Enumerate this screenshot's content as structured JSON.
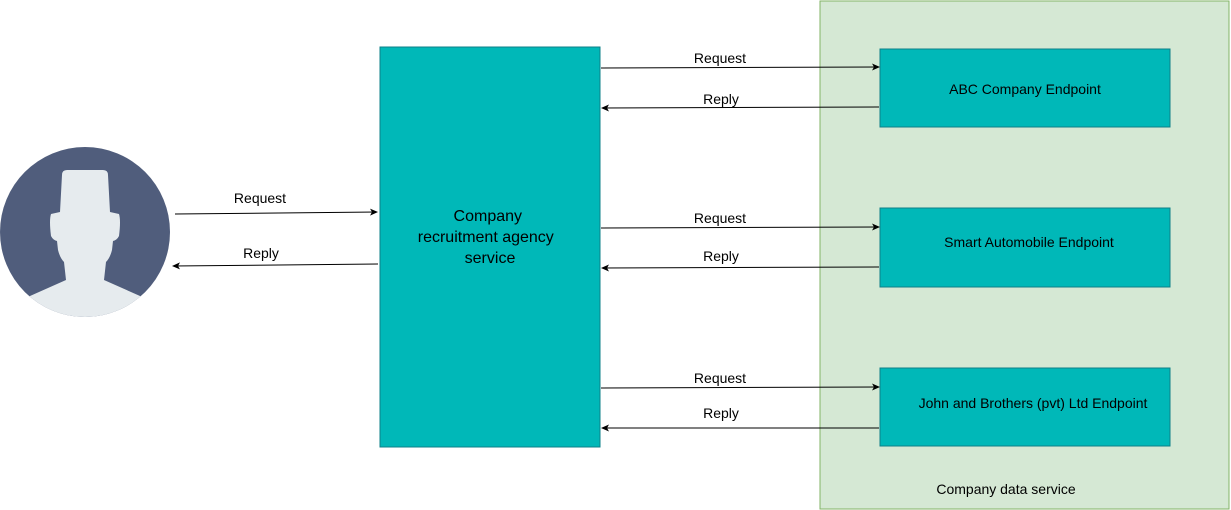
{
  "colors": {
    "container_fill": "#d5e8d4",
    "container_stroke": "#82b366",
    "box_fill": "#00b8b8",
    "box_stroke": "#0e8088",
    "avatar_bg": "#505d7c",
    "avatar_fg": "#e6ebee",
    "arrow": "#000000"
  },
  "user": {
    "icon": "user-avatar-icon"
  },
  "agency_service": {
    "label_lines": [
      "Company",
      "recruitment agency",
      "service"
    ]
  },
  "data_service": {
    "label": "Company data service",
    "endpoints": [
      {
        "label": "ABC Company Endpoint"
      },
      {
        "label": "Smart Automobile Endpoint"
      },
      {
        "label": "John and Brothers (pvt) Ltd Endpoint"
      }
    ]
  },
  "arrows": {
    "user_request": "Request",
    "user_reply": "Reply",
    "endpoint_links": [
      {
        "request": "Request",
        "reply": "Reply"
      },
      {
        "request": "Request",
        "reply": "Reply"
      },
      {
        "request": "Request",
        "reply": "Reply"
      }
    ]
  }
}
